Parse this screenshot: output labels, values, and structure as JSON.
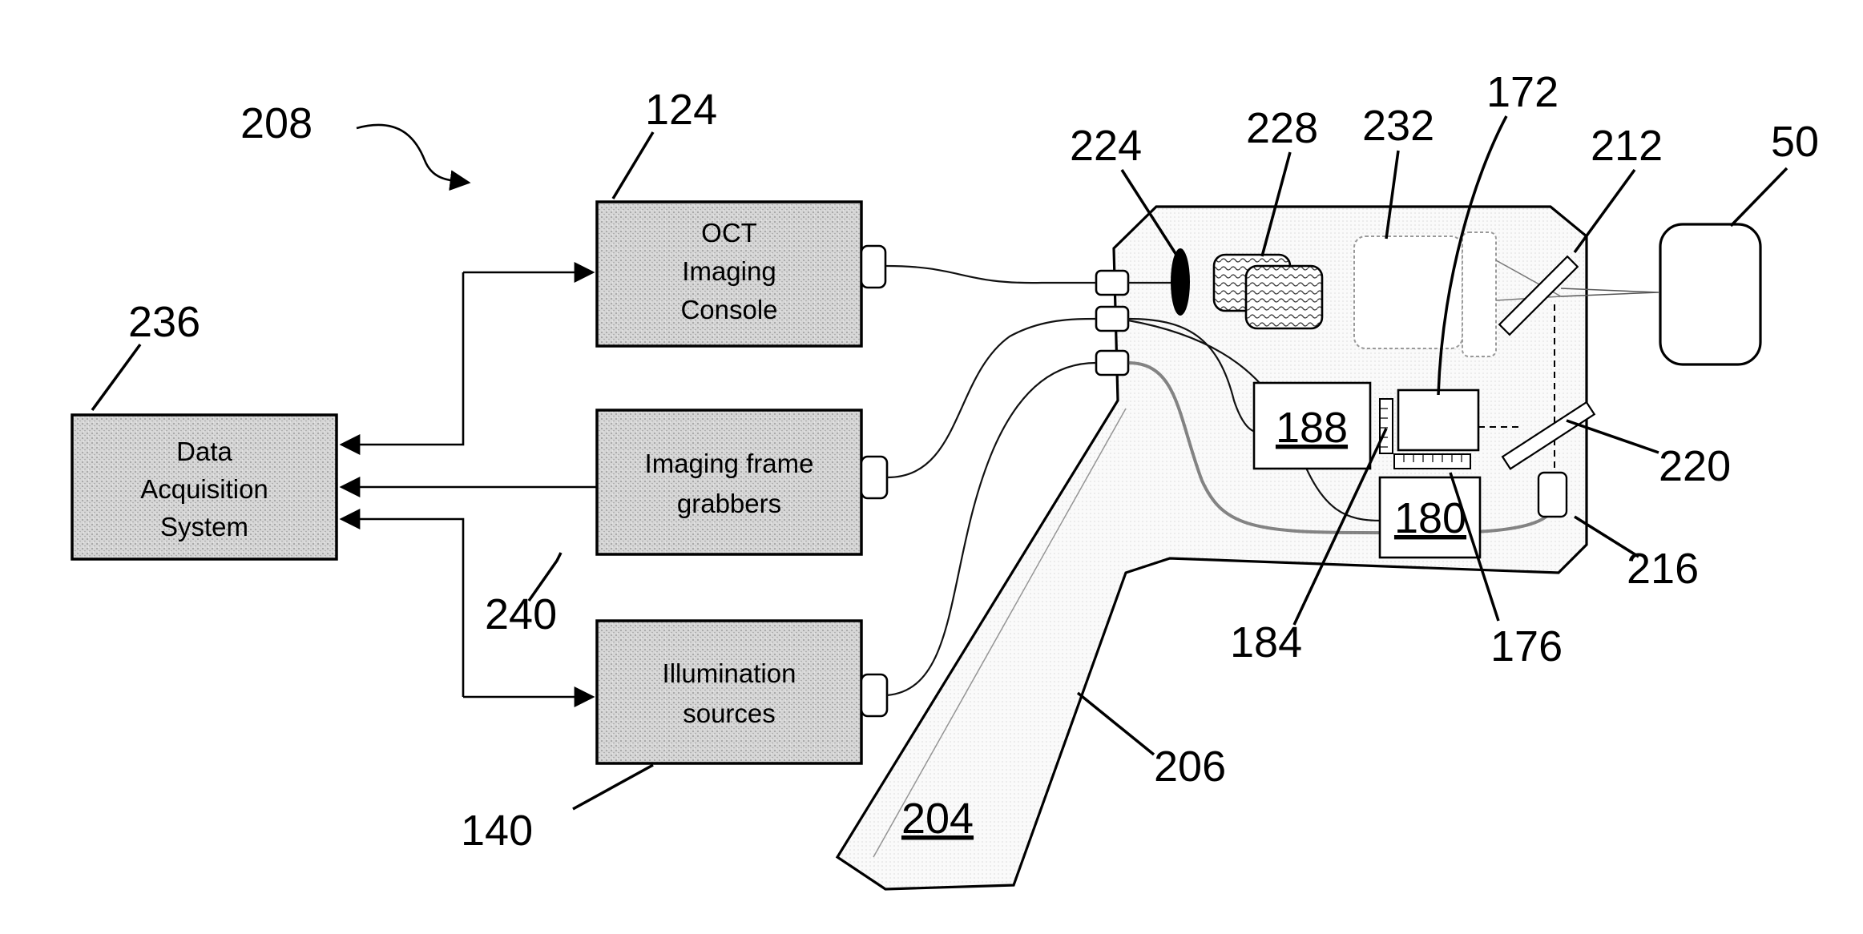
{
  "diagram": {
    "blocks": {
      "oct_console": [
        "OCT",
        "Imaging",
        "Console"
      ],
      "frame_grabbers": [
        "Imaging frame",
        "grabbers"
      ],
      "illumination": [
        "Illumination",
        "sources"
      ],
      "data_acquisition": [
        "Data",
        "Acquisition",
        "System"
      ]
    },
    "reference_numerals": {
      "system": "208",
      "oct_console": "124",
      "data_acquisition": "236",
      "frame_grabbers": "240",
      "illumination": "140",
      "lens_224": "224",
      "filters_228": "228",
      "objective_232": "232",
      "sensor_172": "172",
      "mirror_212": "212",
      "subject_50": "50",
      "mirror_220": "220",
      "element_216": "216",
      "grating_176": "176",
      "grating_184": "184",
      "handpiece_206": "206",
      "handle_204": "204",
      "detector_188": "188",
      "detector_180": "180"
    }
  }
}
